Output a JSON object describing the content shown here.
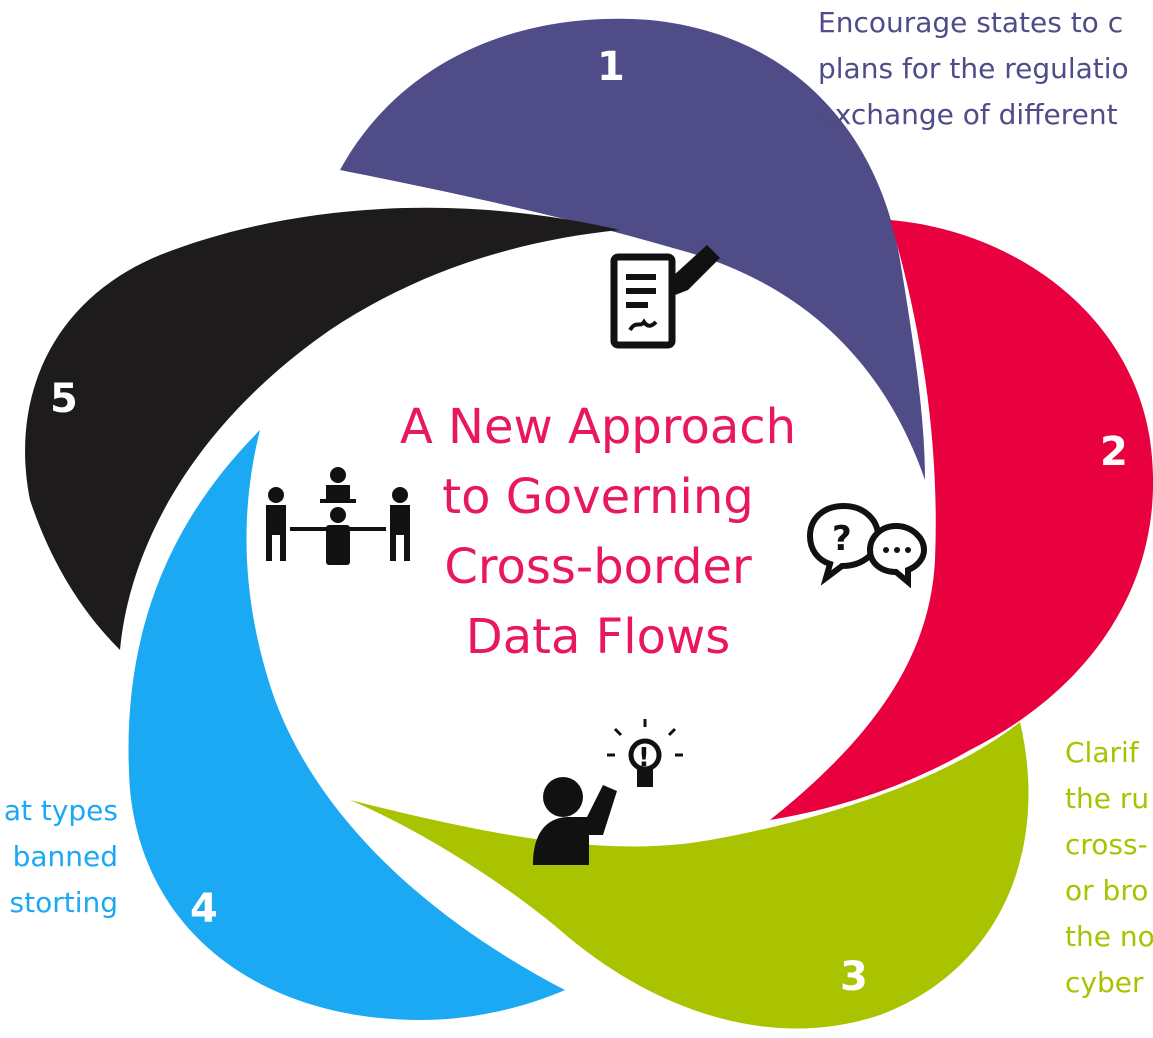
{
  "title": {
    "lines": [
      "A New Approach",
      "to Governing",
      "Cross-border",
      "Data Flows"
    ],
    "color": "#e8185b"
  },
  "petals": [
    {
      "number": "1",
      "color": "#4f4c87"
    },
    {
      "number": "2",
      "color": "#e9003f"
    },
    {
      "number": "3",
      "color": "#a9c300"
    },
    {
      "number": "4",
      "color": "#1aa9f2"
    },
    {
      "number": "5",
      "color": "#1d1b1c"
    }
  ],
  "side_texts": {
    "top_right": {
      "lines": [
        "Encourage states to c",
        "plans for the regulatio",
        "exchange of different"
      ],
      "color": "#4f4c87"
    },
    "bottom_right": {
      "lines": [
        "Clarif",
        "the ru",
        "cross-",
        "or bro",
        "the no",
        "cyber"
      ],
      "color": "#a9c300"
    },
    "bottom_left": {
      "lines": [
        "at types",
        "banned",
        "storting"
      ],
      "color": "#1aa9f2"
    }
  },
  "icons": [
    "document-sign-icon",
    "question-chat-icon",
    "idea-person-icon",
    "meeting-people-icon"
  ]
}
